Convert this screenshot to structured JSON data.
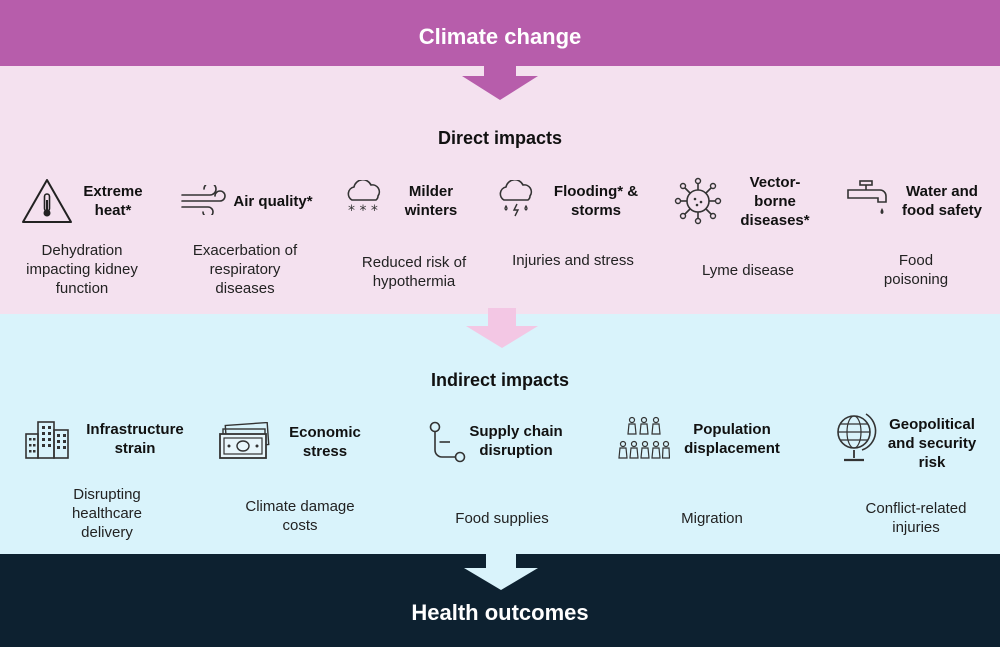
{
  "header": {
    "title": "Climate change"
  },
  "direct": {
    "title": "Direct impacts",
    "items": [
      {
        "label": "Extreme heat*",
        "desc": "Dehydration impacting kidney function",
        "icon": "thermometer-warning-icon"
      },
      {
        "label": "Air quality*",
        "desc": "Exacerbation of respiratory diseases",
        "icon": "wind-icon"
      },
      {
        "label": "Milder winters",
        "desc": "Reduced risk of hypothermia",
        "icon": "snow-cloud-icon"
      },
      {
        "label": "Flooding* & storms",
        "desc": "Injuries and stress",
        "icon": "rain-storm-cloud-icon"
      },
      {
        "label": "Vector-borne diseases*",
        "desc": "Lyme disease",
        "icon": "virus-icon"
      },
      {
        "label": "Water and food safety",
        "desc": "Food poisoning",
        "icon": "faucet-icon"
      }
    ]
  },
  "indirect": {
    "title": "Indirect impacts",
    "items": [
      {
        "label": "Infrastructure strain",
        "desc": "Disrupting healthcare delivery",
        "icon": "buildings-icon"
      },
      {
        "label": "Economic stress",
        "desc": "Climate damage costs",
        "icon": "banknotes-icon"
      },
      {
        "label": "Supply chain disruption",
        "desc": "Food supplies",
        "icon": "supply-chain-icon"
      },
      {
        "label": "Population displacement",
        "desc": "Migration",
        "icon": "people-group-icon"
      },
      {
        "label": "Geopolitical and security risk",
        "desc": "Conflict-related injuries",
        "icon": "globe-icon"
      }
    ]
  },
  "footer": {
    "title": "Health outcomes"
  },
  "colors": {
    "climate_band": "#b75dab",
    "direct_band": "#f4e1ef",
    "indirect_band": "#d9f3fb",
    "outcome_band": "#0d2130",
    "arrow_pink": "#b75dab",
    "arrow_light_pink": "#f3c7e4",
    "arrow_light_blue": "#d9f3fb"
  }
}
